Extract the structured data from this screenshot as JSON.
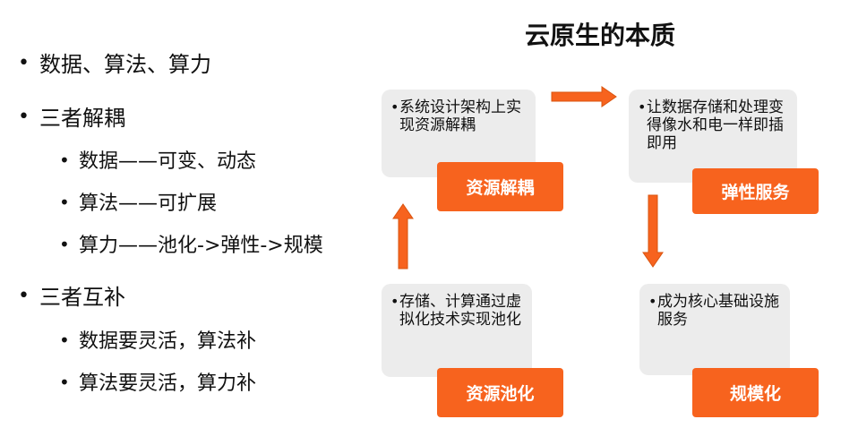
{
  "title": "云原生的本质",
  "bullets": {
    "b1": "数据、算法、算力",
    "b2": "三者解耦",
    "b2_1": "数据——可变、动态",
    "b2_2": "算法——可扩展",
    "b2_3": "算力——池化->弹性->规模",
    "b3": "三者互补",
    "b3_1": "数据要灵活，算法补",
    "b3_2": "算法要灵活，算力补",
    "marker": "•"
  },
  "cards": {
    "top_left": {
      "text": "系统设计架构上实现资源解耦",
      "tag": "资源解耦"
    },
    "top_right": {
      "text": "让数据存储和处理变得像水和电一样即插即用",
      "tag": "弹性服务"
    },
    "bottom_left": {
      "text": "存储、计算通过虚拟化技术实现池化",
      "tag": "资源池化"
    },
    "bottom_right": {
      "text": "成为核心基础设施服务",
      "tag": "规模化"
    }
  },
  "colors": {
    "accent": "#f7631e",
    "card_bg": "#ececec",
    "text": "#111111"
  }
}
